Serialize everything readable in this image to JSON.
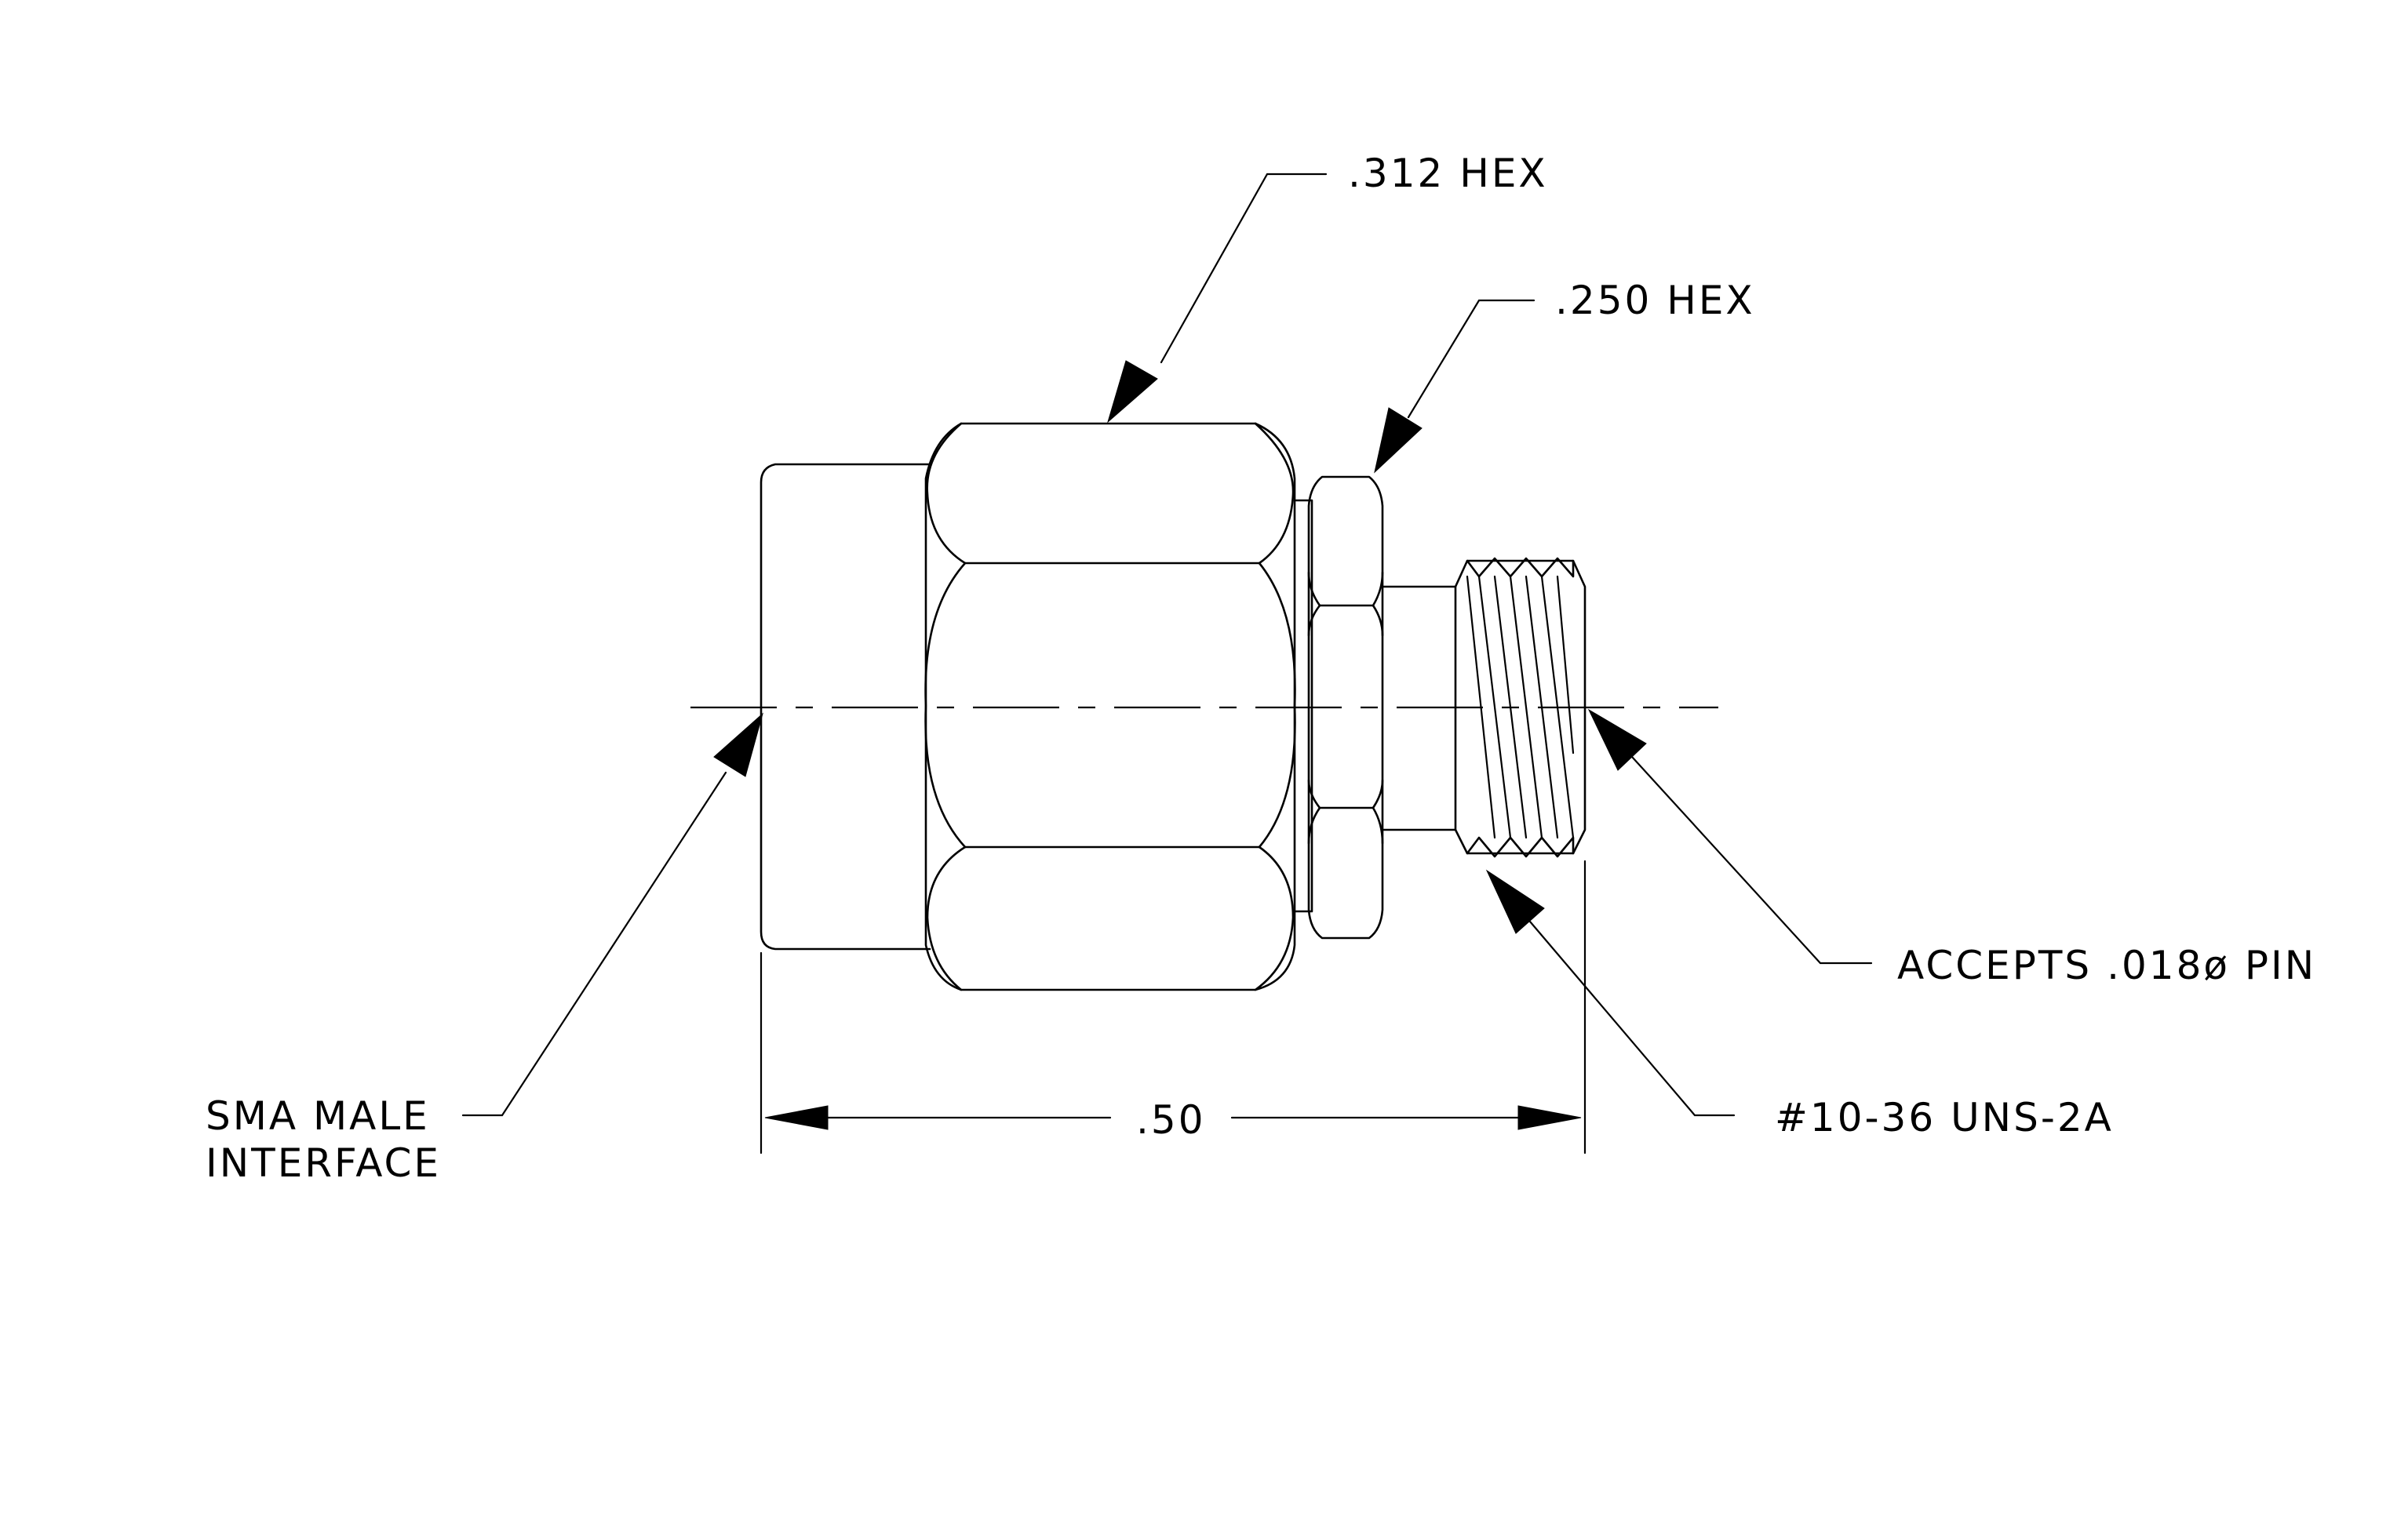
{
  "labels": {
    "hex_large": ".312 HEX",
    "hex_small": ".250 HEX",
    "pin": "ACCEPTS .018ø PIN",
    "thread": "#10-36 UNS-2A",
    "interface_line1": "SMA MALE",
    "interface_line2": "INTERFACE",
    "length": ".50"
  },
  "colors": {
    "line": "#000000",
    "background": "#ffffff"
  }
}
